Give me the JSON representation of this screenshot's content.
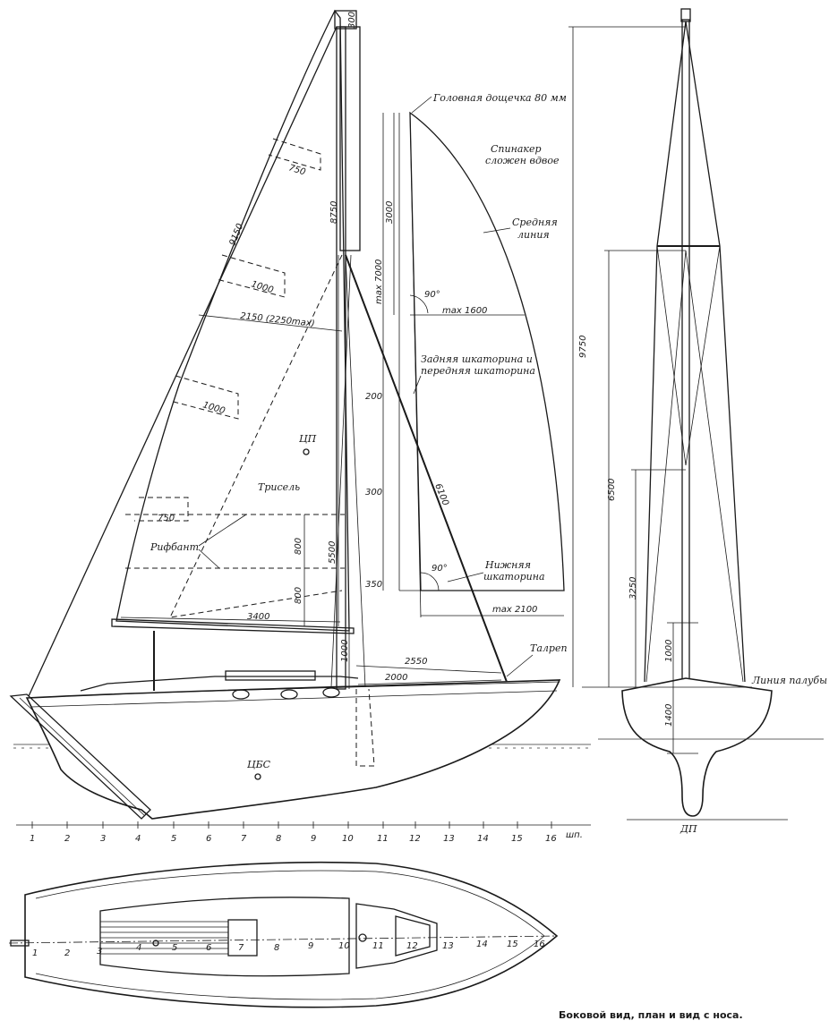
{
  "caption": "Боковой вид, план и вид с носа.",
  "sail_labels": {
    "head_board": "Головная дощечка 80 мм",
    "spinnaker_folded_1": "Спинакер",
    "spinnaker_folded_2": "сложен вдвое",
    "middle_line_1": "Средняя",
    "middle_line_2": "линия",
    "leech_luff_1": "Задняя шкаторина и",
    "leech_luff_2": "передняя шкаторина",
    "foot_1": "Нижняя",
    "foot_2": "шкаторина",
    "trysail": "Трисель",
    "reef_band": "Рифбант",
    "cp": "ЦП",
    "clr": "ЦБС",
    "turnbuckle": "Талреп",
    "deck_line": "Линия палубы",
    "centerline": "ДП",
    "stations_unit": "шп."
  },
  "dimensions": {
    "d300_top": "300",
    "d750_upper": "750",
    "d8750": "8750",
    "d9150": "9150",
    "d1000_a": "1000",
    "d2150": "2150 (2250max)",
    "d1000_b": "1000",
    "d200": "200",
    "d300_mid": "300",
    "d750_lower": "750",
    "d800_a": "800",
    "d800_b": "800",
    "d5500": "5500",
    "d350": "350",
    "d3400": "3400",
    "d1000_c": "1000",
    "d2550": "2550",
    "d2000": "2000",
    "d6100": "6100",
    "d3000": "3000",
    "dmax7000": "max 7000",
    "dmax1600": "max 1600",
    "dmax2100": "max 2100",
    "angle90_a": "90°",
    "angle90_b": "90°",
    "d9750": "9750",
    "d6500": "6500",
    "d3250": "3250",
    "d1000_front": "1000",
    "d1400": "1400"
  },
  "stations_side": [
    "1",
    "2",
    "3",
    "4",
    "5",
    "6",
    "7",
    "8",
    "9",
    "10",
    "11",
    "12",
    "13",
    "14",
    "15",
    "16"
  ],
  "stations_plan": [
    "1",
    "2",
    "3",
    "4",
    "5",
    "6",
    "7",
    "8",
    "9",
    "10",
    "11",
    "12",
    "13",
    "14",
    "15",
    "16"
  ]
}
